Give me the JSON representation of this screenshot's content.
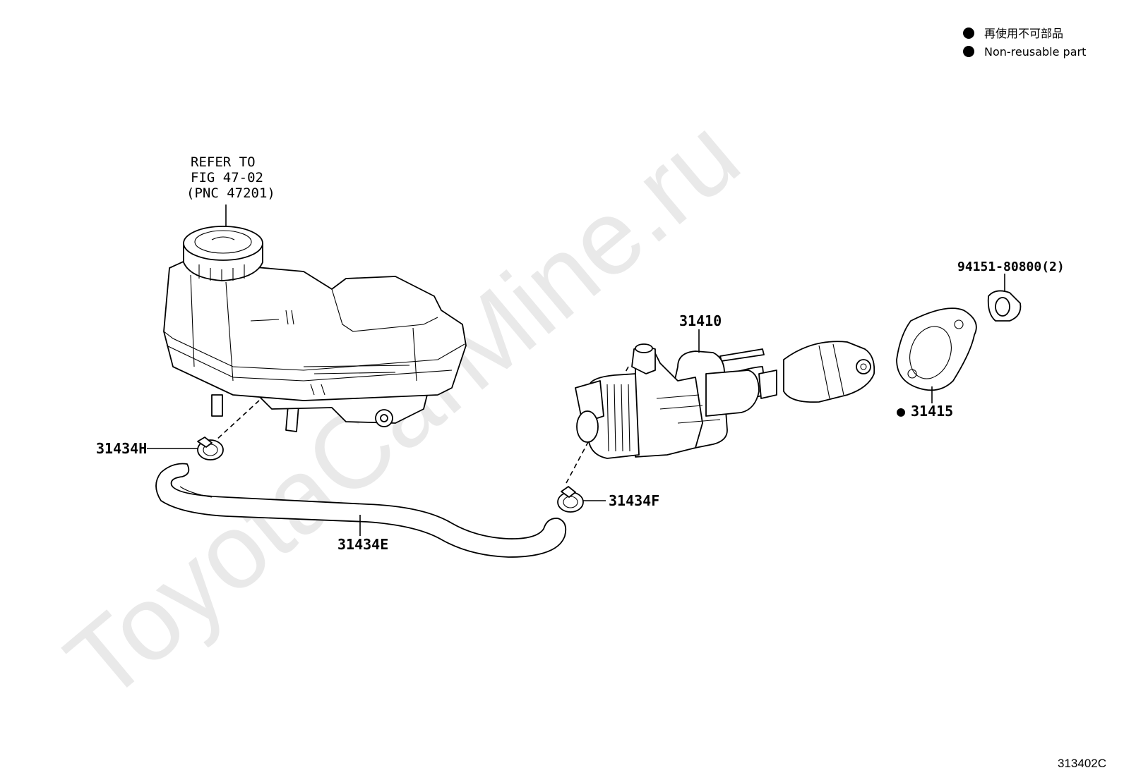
{
  "legend": {
    "items": [
      {
        "symbol": "●",
        "text": "再使用不可部品"
      },
      {
        "symbol": "●",
        "text": "Non-reusable part"
      }
    ]
  },
  "watermark": "ToyotaCarMine.ru",
  "reference": {
    "line1": "REFER TO",
    "line2": "FIG 47-02",
    "line3": "(PNC 47201)"
  },
  "callouts": {
    "clutch_master_cylinder": "31410",
    "bolt": "94151-80800(2)",
    "gasket": "31415",
    "clamp_upper": "31434H",
    "clamp_lower": "31434F",
    "hose": "31434E"
  },
  "gasket_marker": "●",
  "figure_code": "313402C"
}
